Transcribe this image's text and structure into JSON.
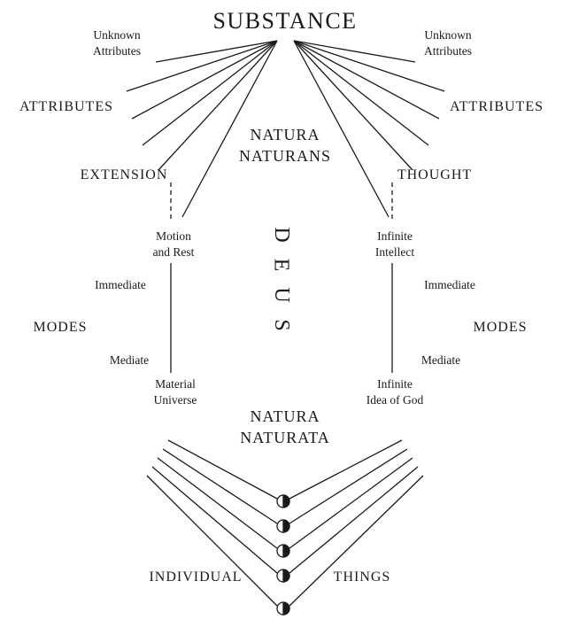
{
  "labels": {
    "substance": "SUBSTANCE",
    "natura_naturans": "NATURA\nNATURANS",
    "natura_naturata": "NATURA\nNATURATA",
    "deus_letters": [
      "D",
      "E",
      "U",
      "S"
    ],
    "left": {
      "unknown_attributes": "Unknown\nAttributes",
      "attributes": "ATTRIBUTES",
      "extension": "EXTENSION",
      "motion_and_rest": "Motion\nand Rest",
      "immediate": "Immediate",
      "modes": "MODES",
      "mediate": "Mediate",
      "material_universe": "Material\nUniverse"
    },
    "right": {
      "unknown_attributes": "Unknown\nAttributes",
      "attributes": "ATTRIBUTES",
      "thought": "THOUGHT",
      "infinite_intellect": "Infinite\nIntellect",
      "immediate": "Immediate",
      "modes": "MODES",
      "mediate": "Mediate",
      "infinite_idea_of_god": "Infinite\nIdea of God"
    },
    "individual": "INDIVIDUAL",
    "things": "THINGS"
  },
  "colors": {
    "ink": "#1a1a1a",
    "background": "#ffffff"
  }
}
